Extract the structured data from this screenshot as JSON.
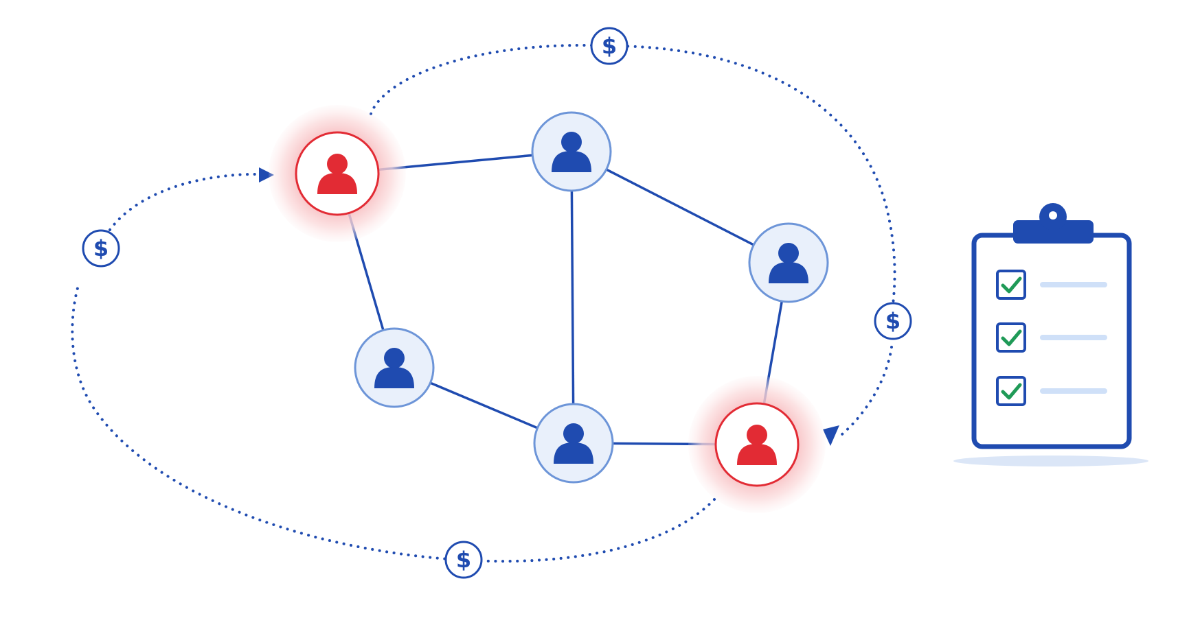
{
  "colors": {
    "background": "#ffffff",
    "network_blue": "#1f4bb0",
    "node_fill_blue": "#e9f0fb",
    "node_ring_blue": "#6d95d8",
    "flagged_red": "#e22b34",
    "flagged_glow": "#fbd7d8",
    "check_green": "#1f9a57",
    "clipboard_line": "#cfe0f8",
    "shadow": "#dbe6f7"
  },
  "diagram": {
    "nodes": [
      {
        "id": "n1",
        "status": "flagged",
        "icon": "person-icon"
      },
      {
        "id": "n2",
        "status": "normal",
        "icon": "person-icon"
      },
      {
        "id": "n3",
        "status": "normal",
        "icon": "person-icon"
      },
      {
        "id": "n4",
        "status": "normal",
        "icon": "person-icon"
      },
      {
        "id": "n5",
        "status": "normal",
        "icon": "person-icon"
      },
      {
        "id": "n6",
        "status": "flagged",
        "icon": "person-icon"
      }
    ],
    "edges": [
      [
        "n1",
        "n2"
      ],
      [
        "n1",
        "n4"
      ],
      [
        "n2",
        "n5"
      ],
      [
        "n2",
        "n3"
      ],
      [
        "n3",
        "n6"
      ],
      [
        "n4",
        "n5"
      ],
      [
        "n5",
        "n6"
      ]
    ],
    "money_flows": [
      {
        "from": "n6",
        "to": "n1",
        "symbol": "$",
        "style": "dotted",
        "icon": "dollar-icon"
      },
      {
        "from": "n1",
        "to": "n6",
        "symbol": "$",
        "style": "dotted",
        "icon": "dollar-icon"
      }
    ],
    "dollar_symbol": "$",
    "clipboard": {
      "icon": "clipboard-icon",
      "items": [
        {
          "checked": true,
          "icon": "checkmark-icon"
        },
        {
          "checked": true,
          "icon": "checkmark-icon"
        },
        {
          "checked": true,
          "icon": "checkmark-icon"
        }
      ]
    }
  }
}
